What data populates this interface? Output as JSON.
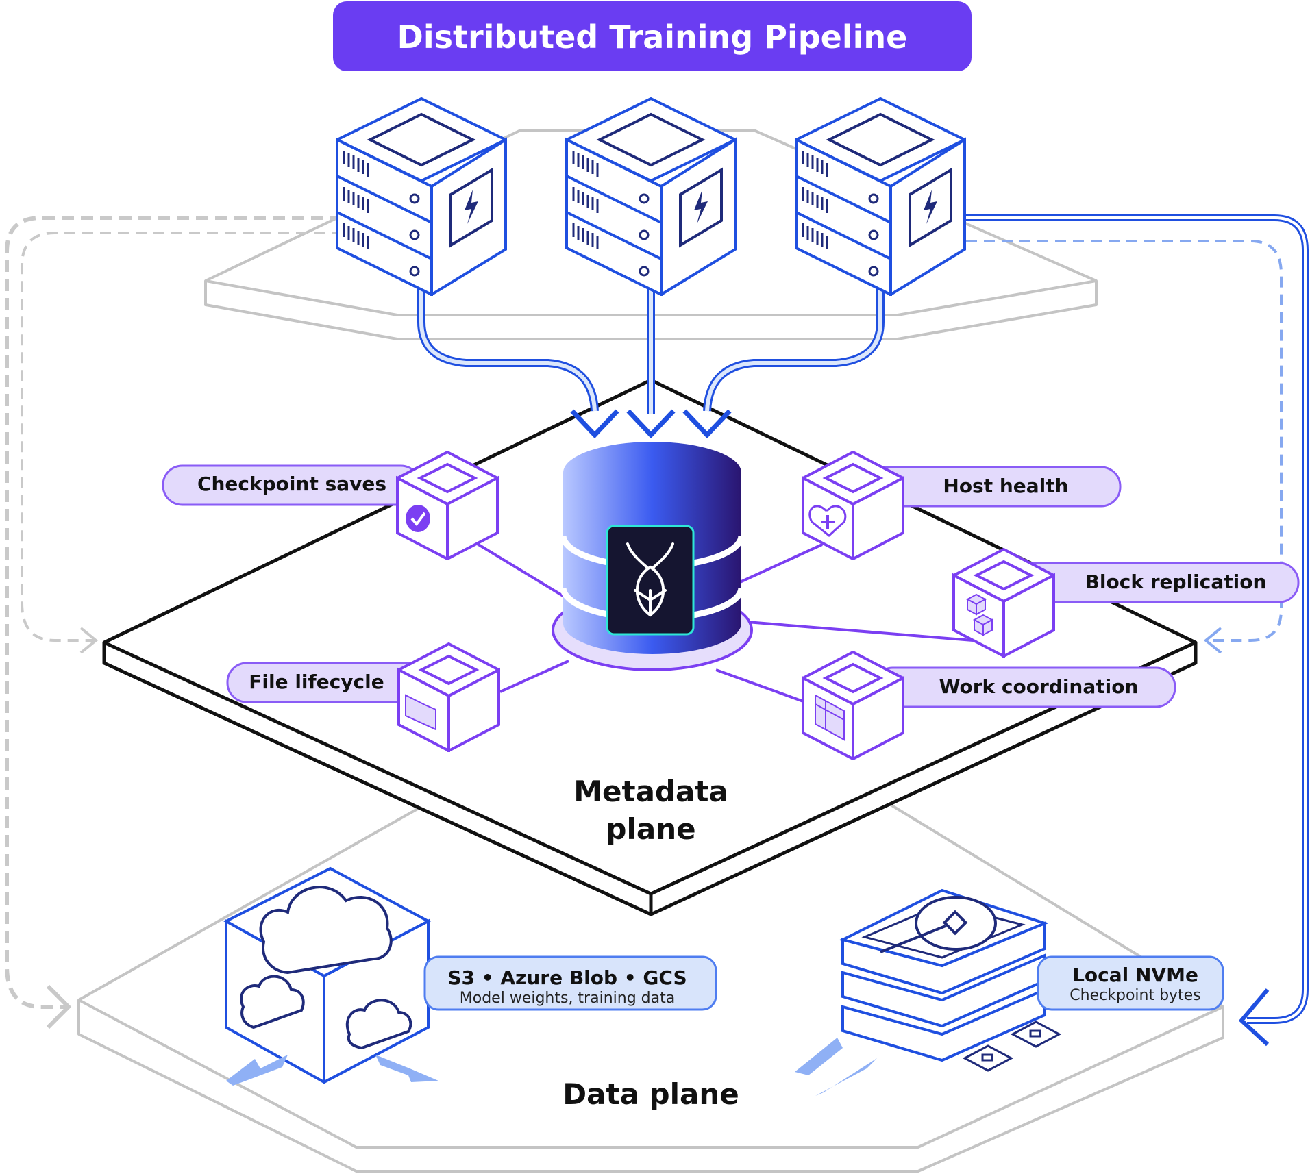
{
  "title": "Distributed Training Pipeline",
  "metadata_plane": {
    "label_line1": "Metadata",
    "label_line2": "plane",
    "services": [
      {
        "label": "Checkpoint saves",
        "icon": "check-circle-icon"
      },
      {
        "label": "Host health",
        "icon": "heart-plus-icon"
      },
      {
        "label": "Block replication",
        "icon": "stacked-cubes-icon"
      },
      {
        "label": "File lifecycle",
        "icon": "folder-icon"
      },
      {
        "label": "Work coordination",
        "icon": "dashboard-icon"
      }
    ]
  },
  "data_plane": {
    "label": "Data plane",
    "object_store": {
      "title": "S3  •  Azure Blob  •  GCS",
      "subtitle": "Model weights, training data",
      "icon": "cloud-icon"
    },
    "local_store": {
      "title": "Local NVMe",
      "subtitle": "Checkpoint bytes",
      "icon": "disk-icon"
    }
  },
  "hosts": [
    {
      "icon": "server-icon"
    },
    {
      "icon": "server-icon"
    },
    {
      "icon": "server-icon"
    }
  ],
  "colors": {
    "accent": "#6a3df2",
    "blue": "#1f4fe0",
    "purple": "#7b3ff2",
    "pill_fill": "#e3dafc",
    "blue_pill_fill": "#d8e4fb",
    "gray": "#bdbdbd"
  }
}
